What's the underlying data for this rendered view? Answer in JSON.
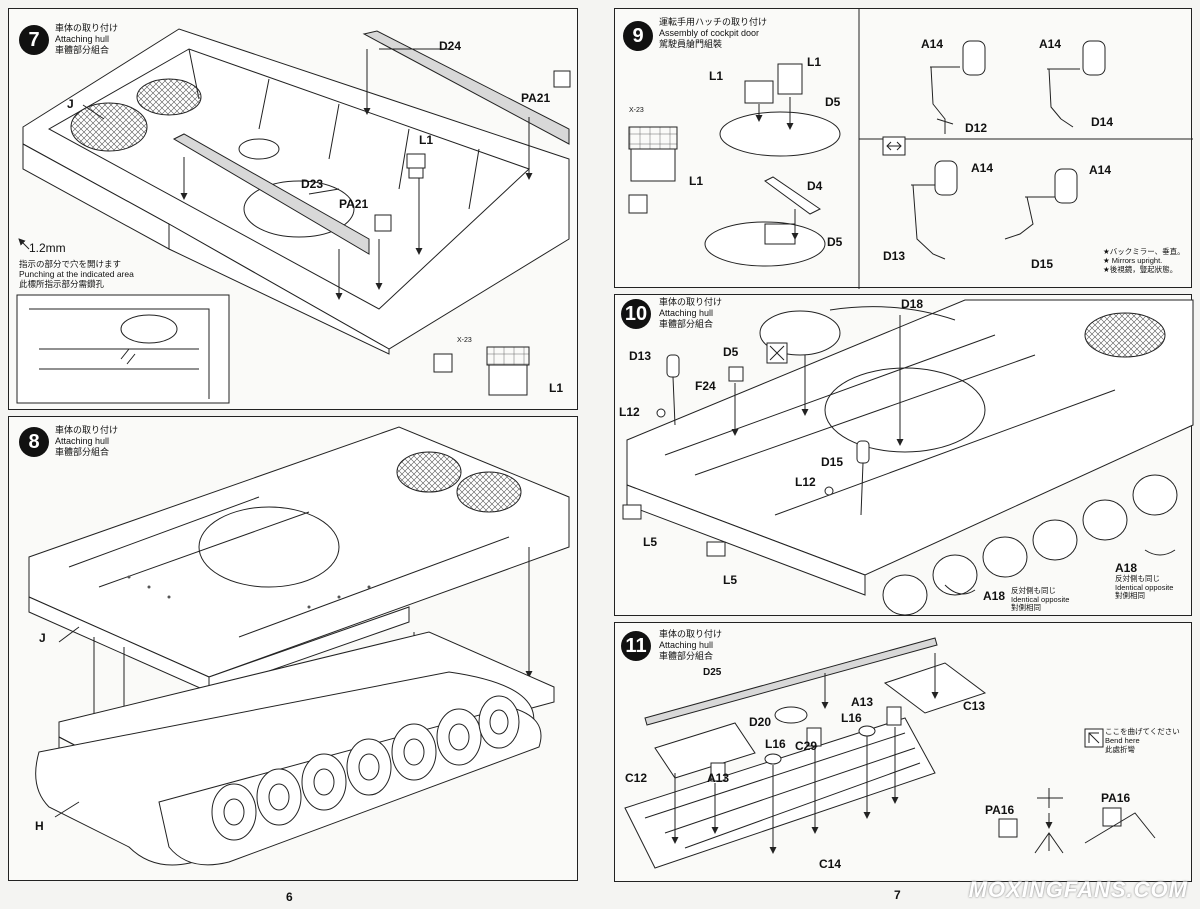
{
  "step7": {
    "number": "7",
    "title_jp": "車体の取り付け",
    "title_en": "Attaching hull",
    "title_cn": "車體部分組合",
    "labels": {
      "j": "J",
      "d24": "D24",
      "d23": "D23",
      "pa21a": "PA21",
      "pa21b": "PA21",
      "l1": "L1",
      "l1b": "L1",
      "x23": "X-23"
    },
    "drill": "1.2mm",
    "punch_jp": "指示の部分で穴を開けます",
    "punch_en": "Punching at the indicated area",
    "punch_cn": "此標所指示部分需鑽孔"
  },
  "step8": {
    "number": "8",
    "title_jp": "車体の取り付け",
    "title_en": "Attaching hull",
    "title_cn": "車體部分組合",
    "labels": {
      "j": "J",
      "h": "H"
    }
  },
  "step9": {
    "number": "9",
    "title_jp": "運転手用ハッチの取り付け",
    "title_en": "Assembly of cockpit door",
    "title_cn": "駕駛員艙門組裝",
    "labels": {
      "l1a": "L1",
      "l1b": "L1",
      "l1c": "L1",
      "d5a": "D5",
      "d5b": "D5",
      "d4": "D4",
      "x23": "X-23",
      "a14a": "A14",
      "a14b": "A14",
      "a14c": "A14",
      "a14d": "A14",
      "d12": "D12",
      "d14": "D14",
      "d13": "D13",
      "d15": "D15"
    },
    "note_jp": "★バックミラー、垂直。",
    "note_en": "★ Mirrors upright.",
    "note_cn": "★後視鏡，豎起狀態。"
  },
  "step10": {
    "number": "10",
    "title_jp": "車体の取り付け",
    "title_en": "Attaching hull",
    "title_cn": "車體部分組合",
    "labels": {
      "d18": "D18",
      "d13": "D13",
      "d5": "D5",
      "f24": "F24",
      "l12a": "L12",
      "l12b": "L12",
      "d15": "D15",
      "l5a": "L5",
      "l5b": "L5",
      "a18a": "A18",
      "a18b": "A18"
    },
    "opp_jp": "反対側も同じ",
    "opp_en": "Identical opposite",
    "opp_cn": "對側相同"
  },
  "step11": {
    "number": "11",
    "title_jp": "車体の取り付け",
    "title_en": "Attaching hull",
    "title_cn": "車體部分組合",
    "labels": {
      "d25": "D25",
      "d20": "D20",
      "l16a": "L16",
      "l16b": "L16",
      "c29": "C29",
      "a13a": "A13",
      "a13b": "A13",
      "c12": "C12",
      "c13": "C13",
      "c14": "C14",
      "pa16a": "PA16",
      "pa16b": "PA16"
    },
    "bend_jp": "ここを曲げてください",
    "bend_en": "Bend here",
    "bend_cn": "此處折彎"
  },
  "page_numbers": {
    "left": "6",
    "right": "7"
  },
  "watermark": "MOXINGFANS.COM"
}
